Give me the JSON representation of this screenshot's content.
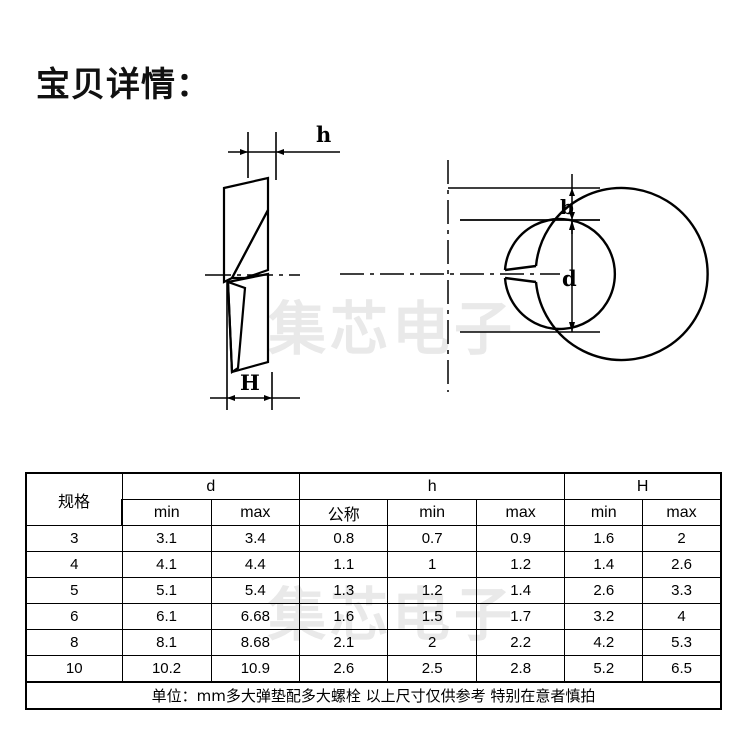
{
  "page": {
    "title": "宝贝详情：",
    "watermark": "集芯电子",
    "background_color": "#ffffff",
    "line_color": "#000000",
    "watermark_color": "#e9e9e9"
  },
  "drawing": {
    "caption": "spring-lock-washer-dimension-drawing",
    "labels": {
      "h": "h",
      "H": "H",
      "b": "b",
      "d": "d"
    }
  },
  "table": {
    "header": {
      "spec": "规格",
      "groups": [
        {
          "label": "d",
          "subs": [
            "min",
            "max"
          ]
        },
        {
          "label": "h",
          "subs": [
            "公称",
            "min",
            "max"
          ]
        },
        {
          "label": "H",
          "subs": [
            "min",
            "max"
          ]
        }
      ]
    },
    "rows": [
      {
        "spec": "3",
        "d_min": "3.1",
        "d_max": "3.4",
        "h_nom": "0.8",
        "h_min": "0.7",
        "h_max": "0.9",
        "H_min": "1.6",
        "H_max": "2"
      },
      {
        "spec": "4",
        "d_min": "4.1",
        "d_max": "4.4",
        "h_nom": "1.1",
        "h_min": "1",
        "h_max": "1.2",
        "H_min": "1.4",
        "H_max": "2.6"
      },
      {
        "spec": "5",
        "d_min": "5.1",
        "d_max": "5.4",
        "h_nom": "1.3",
        "h_min": "1.2",
        "h_max": "1.4",
        "H_min": "2.6",
        "H_max": "3.3"
      },
      {
        "spec": "6",
        "d_min": "6.1",
        "d_max": "6.68",
        "h_nom": "1.6",
        "h_min": "1.5",
        "h_max": "1.7",
        "H_min": "3.2",
        "H_max": "4"
      },
      {
        "spec": "8",
        "d_min": "8.1",
        "d_max": "8.68",
        "h_nom": "2.1",
        "h_min": "2",
        "h_max": "2.2",
        "H_min": "4.2",
        "H_max": "5.3"
      },
      {
        "spec": "10",
        "d_min": "10.2",
        "d_max": "10.9",
        "h_nom": "2.6",
        "h_min": "2.5",
        "h_max": "2.8",
        "H_min": "5.2",
        "H_max": "6.5"
      }
    ],
    "footer_note": "单位：mm多大弹垫配多大螺栓 以上尺寸仅供参考 特别在意者慎拍"
  }
}
